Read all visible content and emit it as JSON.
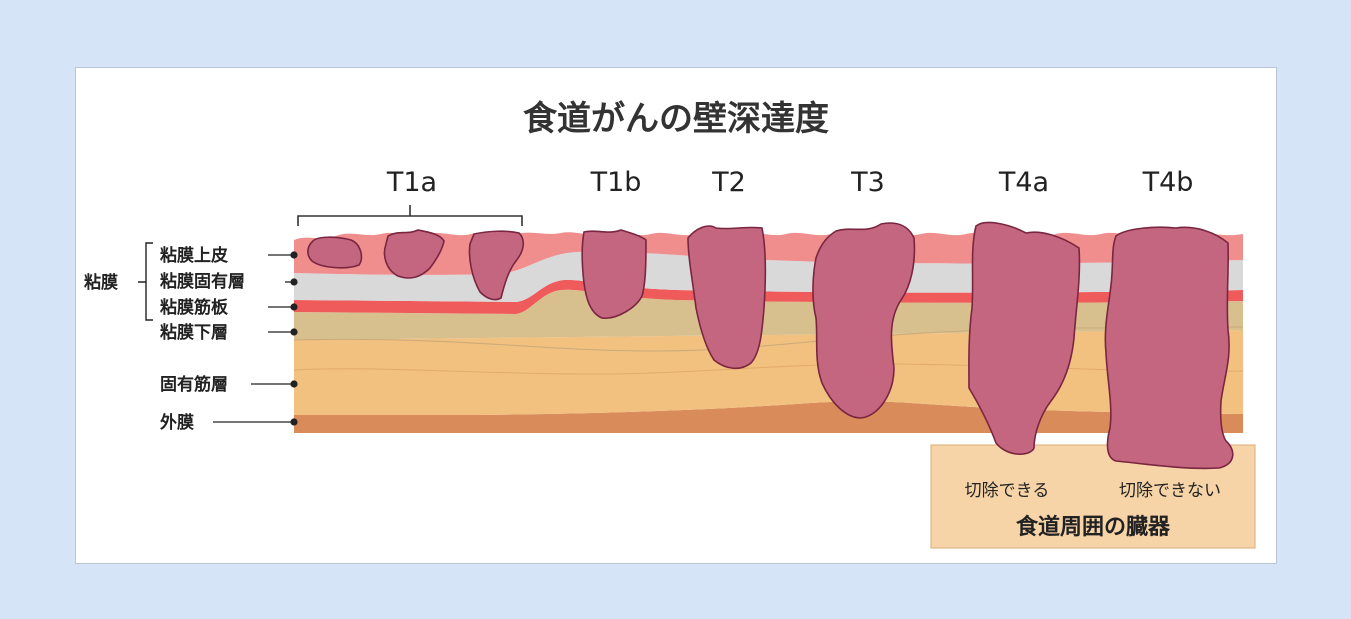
{
  "title": "食道がんの壁深達度",
  "stages": [
    "T1a",
    "T1b",
    "T2",
    "T3",
    "T4a",
    "T4b"
  ],
  "mucosa_group_label": "粘膜",
  "layers": [
    {
      "label": "粘膜上皮",
      "color": "#f08d8d"
    },
    {
      "label": "粘膜固有層",
      "color": "#d9d9d9"
    },
    {
      "label": "粘膜筋板",
      "color": "#ef5b5b"
    },
    {
      "label": "粘膜下層",
      "color": "#d8c08e"
    },
    {
      "label": "固有筋層",
      "color": "#f2c07f"
    },
    {
      "label": "外膜",
      "color": "#d98b5a"
    }
  ],
  "organ_box": {
    "label_resectable": "切除できる",
    "label_unresectable": "切除できない",
    "title": "食道周囲の臓器",
    "color": "#f6d4a8"
  },
  "tumor_color": "#c4667f",
  "tumor_outline": "#7a2641"
}
